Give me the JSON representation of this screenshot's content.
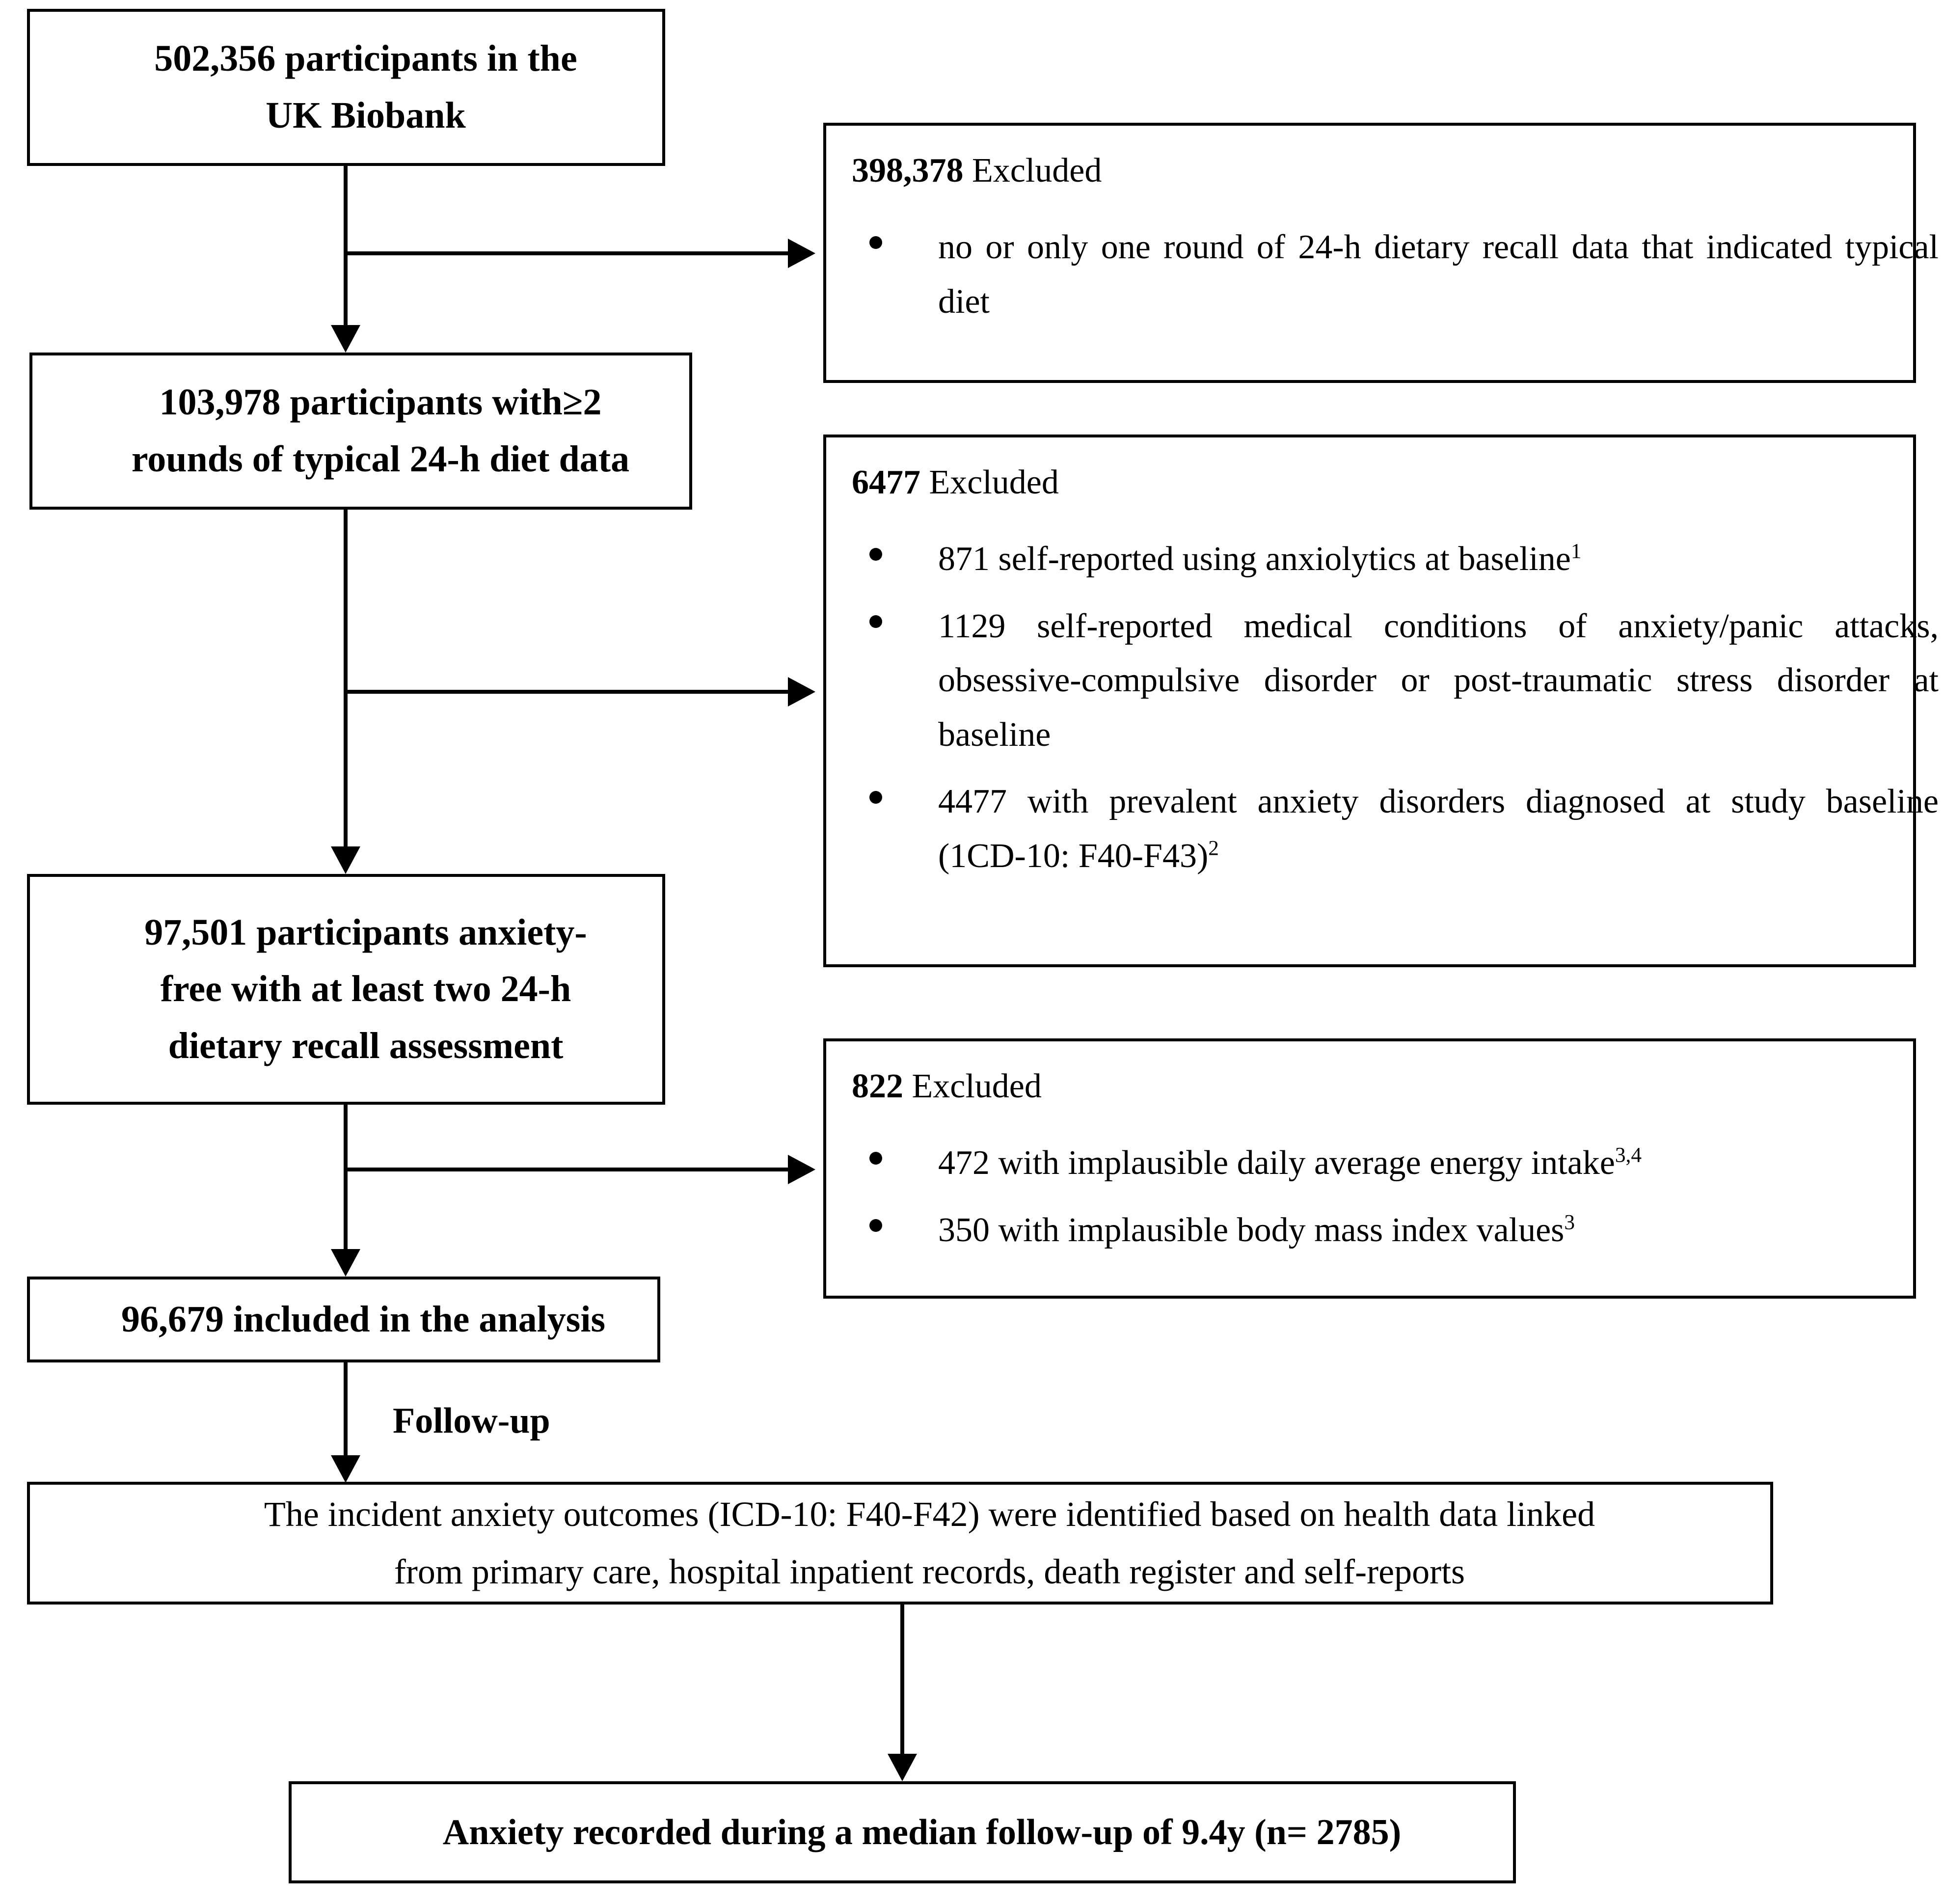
{
  "diagram": {
    "type": "participant-flow-chart",
    "nodes": {
      "source_cohort": {
        "line1": "502,356 participants in the",
        "line2": "UK Biobank"
      },
      "diet_cohort": {
        "line1": "103,978 participants with≥2",
        "line2": "rounds of typical 24-h diet data"
      },
      "anxiety_free_cohort": {
        "line1": "97,501 participants anxiety-",
        "line2": "free with at least two 24-h",
        "line3": "dietary recall assessment"
      },
      "analysis_cohort": {
        "line1": "96,679 included in the analysis"
      },
      "outcome_definition": {
        "line1": "The incident anxiety outcomes (ICD-10: F40-F42) were identified based on health data linked",
        "line2": "from primary care, hospital inpatient records, death register and self-reports"
      },
      "final_outcome": {
        "line1": "Anxiety recorded during a median follow-up of 9.4y (n= 2785)"
      }
    },
    "exclusions": [
      {
        "count": "398,378",
        "label": " Excluded",
        "bullets": [
          {
            "text": "no or only one round of 24-h dietary recall data that indicated typical diet",
            "sup": ""
          }
        ]
      },
      {
        "count": "6477",
        "label": " Excluded",
        "bullets": [
          {
            "text": "871 self-reported using anxiolytics at baseline",
            "sup": "1"
          },
          {
            "text": "1129 self-reported medical conditions of anxiety/panic attacks, obsessive-compulsive disorder or post-traumatic stress disorder at baseline",
            "sup": ""
          },
          {
            "text": "4477 with prevalent anxiety disorders diagnosed at study baseline (1CD-10: F40-F43)",
            "sup": "2"
          }
        ]
      },
      {
        "count": "822",
        "label": " Excluded",
        "bullets": [
          {
            "text": "472 with implausible daily average energy intake",
            "sup": "3,4"
          },
          {
            "text": "350 with implausible body mass index values",
            "sup": "3"
          }
        ]
      }
    ],
    "connector_labels": {
      "follow_up": "Follow-up"
    },
    "colors": {
      "stroke": "#000000",
      "background": "#ffffff"
    }
  }
}
